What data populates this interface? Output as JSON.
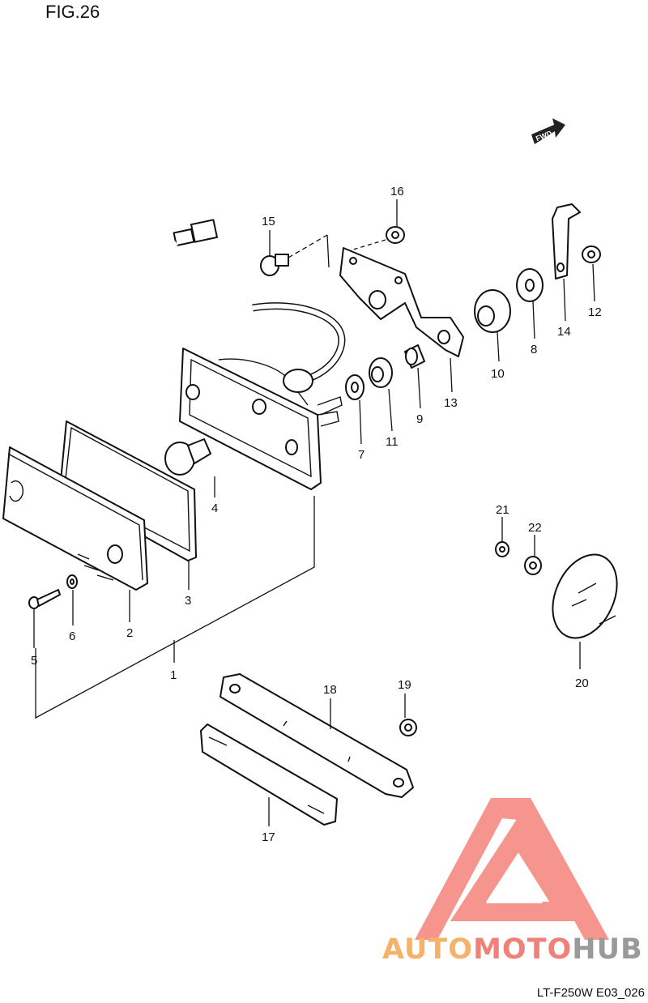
{
  "figure": {
    "title": "FIG.26",
    "code": "LT-F250W E03_026",
    "fwd_label": "FWD"
  },
  "watermark": {
    "part_a": "AUTO",
    "part_b": "MOTO",
    "part_c": "HUB",
    "colors": {
      "triangle": "#f4837a",
      "auto": "#f6b26b",
      "moto": "#f08078",
      "hub": "#9a9a9a"
    }
  },
  "callouts": [
    {
      "id": "1",
      "label": "1"
    },
    {
      "id": "2",
      "label": "2"
    },
    {
      "id": "3",
      "label": "3"
    },
    {
      "id": "4",
      "label": "4"
    },
    {
      "id": "5",
      "label": "5"
    },
    {
      "id": "6",
      "label": "6"
    },
    {
      "id": "7",
      "label": "7"
    },
    {
      "id": "8",
      "label": "8"
    },
    {
      "id": "9",
      "label": "9"
    },
    {
      "id": "10",
      "label": "10"
    },
    {
      "id": "11",
      "label": "11"
    },
    {
      "id": "12",
      "label": "12"
    },
    {
      "id": "13",
      "label": "13"
    },
    {
      "id": "14",
      "label": "14"
    },
    {
      "id": "15",
      "label": "15"
    },
    {
      "id": "16",
      "label": "16"
    },
    {
      "id": "17",
      "label": "17"
    },
    {
      "id": "18",
      "label": "18"
    },
    {
      "id": "19",
      "label": "19"
    },
    {
      "id": "20",
      "label": "20"
    },
    {
      "id": "21",
      "label": "21"
    },
    {
      "id": "22",
      "label": "22"
    }
  ]
}
